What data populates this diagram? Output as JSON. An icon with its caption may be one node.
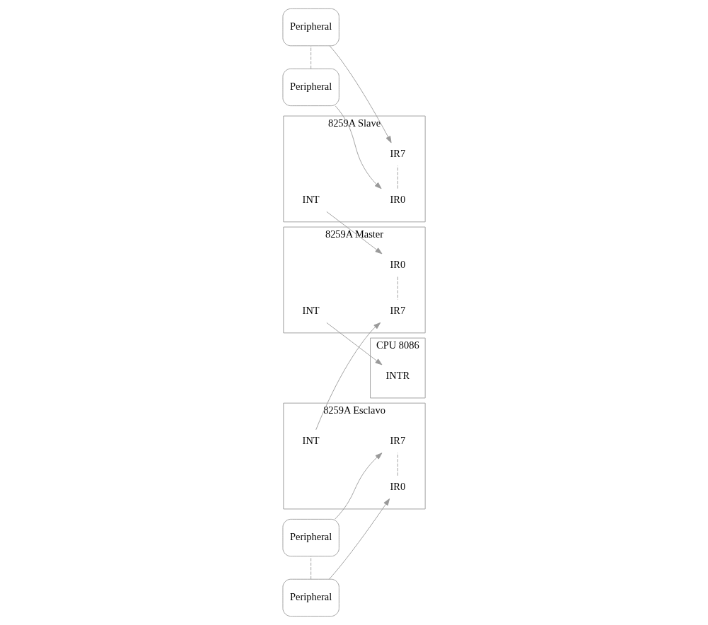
{
  "diagram": {
    "nodes": [
      {
        "text": [
          "Peripheral"
        ]
      },
      {
        "text": [
          "Peripheral"
        ]
      },
      {
        "text": [
          "8259A Slave"
        ]
      },
      {
        "text": [
          "IR0"
        ],
        "in": 2
      },
      {
        "text": [
          "IR7"
        ],
        "in": 2
      },
      {
        "text": [
          "INT"
        ],
        "in": 2
      },
      {
        "text": [
          "8259A Master"
        ]
      },
      {
        "text": [
          "IR0"
        ],
        "in": 6
      },
      {
        "text": [
          "IR7"
        ],
        "in": 6
      },
      {
        "text": [
          "INT"
        ],
        "in": 6
      },
      {
        "text": [
          "CPU 8086"
        ]
      },
      {
        "text": [
          "INTR"
        ],
        "in": 10
      },
      {
        "text": [
          "Peripheral"
        ]
      },
      {
        "text": [
          "Peripheral"
        ]
      },
      {
        "text": [
          "8259A Esclavo"
        ]
      },
      {
        "text": [
          "IR0"
        ],
        "in": 14
      },
      {
        "text": [
          "IR7"
        ],
        "in": 14
      },
      {
        "text": [
          "INT"
        ],
        "in": 14
      }
    ],
    "edges": [
      {
        "from": 0,
        "to": 3,
        "arrow": "to"
      },
      {
        "from": 1,
        "to": 4,
        "arrow": "to"
      },
      {
        "from": 0,
        "to": 1,
        "arrow": "none",
        "style": "dashed"
      },
      {
        "from": 3,
        "to": 4,
        "arrow": "none",
        "style": "dashed"
      },
      {
        "from": 5,
        "to": 7,
        "arrow": "to"
      },
      {
        "from": 7,
        "to": 8,
        "arrow": "none",
        "style": "dashed"
      },
      {
        "from": 9,
        "to": 11,
        "arrow": "to"
      },
      {
        "from": 12,
        "to": 15,
        "arrow": "to"
      },
      {
        "from": 13,
        "to": 16,
        "arrow": "to"
      },
      {
        "from": 12,
        "to": 13,
        "arrow": "none",
        "style": "dashed"
      },
      {
        "from": 15,
        "to": 16,
        "arrow": "none",
        "style": "dashed"
      },
      {
        "from": 17,
        "to": 8,
        "arrow": "to"
      }
    ]
  }
}
